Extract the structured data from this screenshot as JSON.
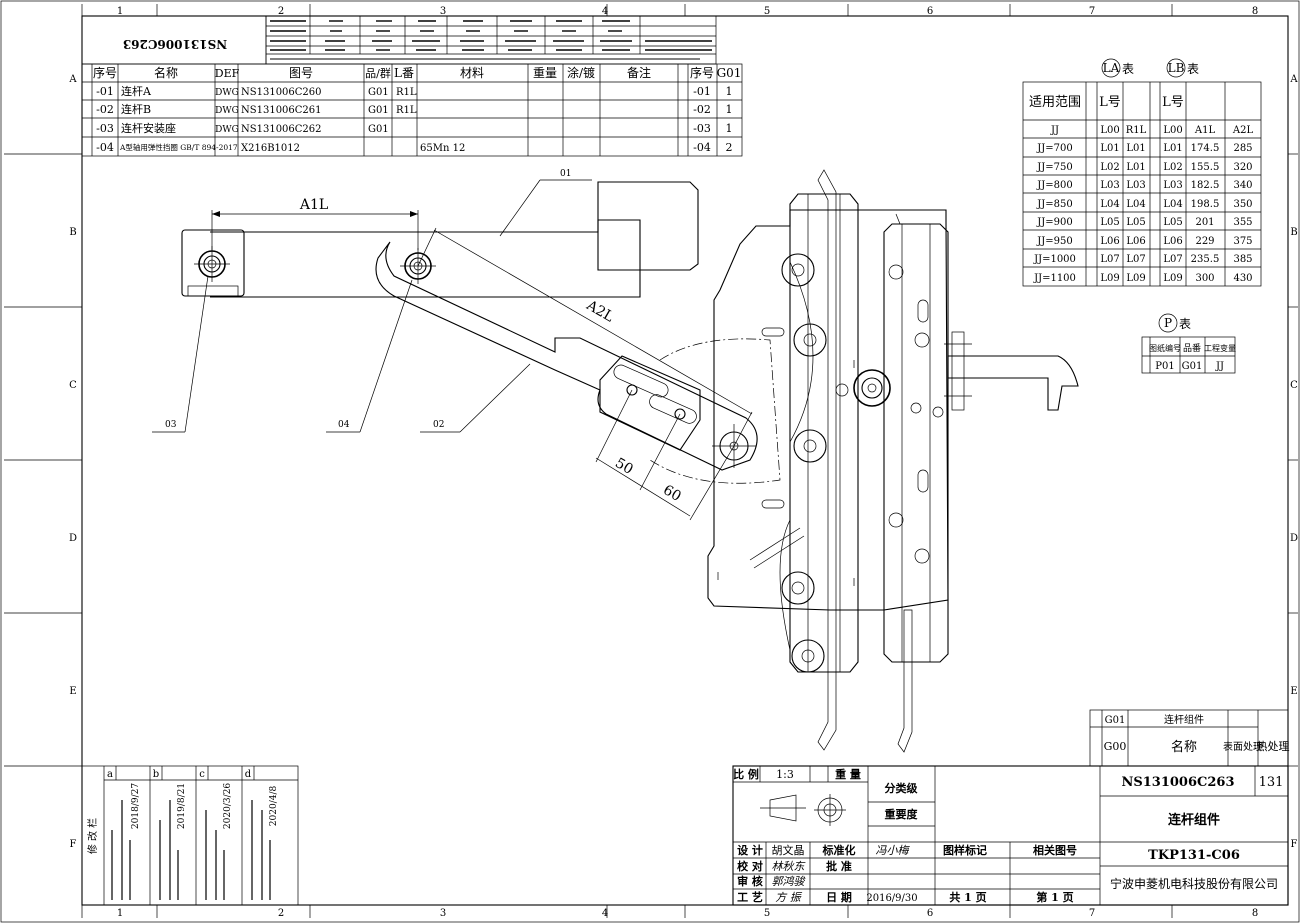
{
  "zones": {
    "columns": [
      "1",
      "2",
      "3",
      "4",
      "5",
      "6",
      "7",
      "8"
    ],
    "rows": [
      "A",
      "B",
      "C",
      "D",
      "E",
      "F"
    ]
  },
  "top_left_code": "NS131006C263",
  "parts_table": {
    "headers": [
      "序号",
      "名称",
      "DEF",
      "图号",
      "品/群",
      "L番",
      "材料",
      "重量",
      "涂/镀",
      "备注",
      "序号",
      "G01"
    ],
    "rows": [
      {
        "no": "-01",
        "name": "连杆A",
        "def": "DWG",
        "drawing": "NS131006C260",
        "grp": "G01",
        "lban": "R1L",
        "material": "",
        "no2": "-01",
        "qty": "1"
      },
      {
        "no": "-02",
        "name": "连杆B",
        "def": "DWG",
        "drawing": "NS131006C261",
        "grp": "G01",
        "lban": "R1L",
        "material": "",
        "no2": "-02",
        "qty": "1"
      },
      {
        "no": "-03",
        "name": "连杆安装座",
        "def": "DWG",
        "drawing": "NS131006C262",
        "grp": "G01",
        "lban": "",
        "material": "",
        "no2": "-03",
        "qty": "1"
      },
      {
        "no": "-04",
        "name": "A型轴用弹性挡圈 GB/T 894-2017",
        "def": "",
        "drawing": "X216B1012",
        "grp": "",
        "lban": "",
        "material": "65Mn 12",
        "no2": "-04",
        "qty": "2"
      }
    ]
  },
  "la_table": {
    "la_title": "LA",
    "lb_title": "LB",
    "suffix": "表",
    "range_header": "适用范围",
    "lno": "L号",
    "cols": [
      "JJ",
      "L00",
      "R1L",
      "L00",
      "A1L",
      "A2L"
    ],
    "rows": [
      [
        "JJ=700",
        "L01",
        "L01",
        "L01",
        "174.5",
        "285"
      ],
      [
        "JJ=750",
        "L02",
        "L01",
        "L02",
        "155.5",
        "320"
      ],
      [
        "JJ=800",
        "L03",
        "L03",
        "L03",
        "182.5",
        "340"
      ],
      [
        "JJ=850",
        "L04",
        "L04",
        "L04",
        "198.5",
        "350"
      ],
      [
        "JJ=900",
        "L05",
        "L05",
        "L05",
        "201",
        "355"
      ],
      [
        "JJ=950",
        "L06",
        "L06",
        "L06",
        "229",
        "375"
      ],
      [
        "JJ=1000",
        "L07",
        "L07",
        "L07",
        "235.5",
        "385"
      ],
      [
        "JJ=1100",
        "L09",
        "L09",
        "L09",
        "300",
        "430"
      ]
    ]
  },
  "p_table": {
    "title": "P",
    "suffix": "表",
    "headers": [
      "图纸编号",
      "品番",
      "工程变量"
    ],
    "row": [
      "P01",
      "G01",
      "JJ"
    ]
  },
  "dimensions": {
    "a1l": "A1L",
    "a2l": "A2L",
    "d50": "50",
    "d60": "60"
  },
  "balloons": {
    "b01": "01",
    "b02": "02",
    "b03": "03",
    "b04": "04"
  },
  "name_box": {
    "g01": "G01",
    "g00": "G00",
    "name_val": "连杆组件",
    "name_lbl": "名称",
    "surface": "表面处理",
    "heat": "热处理"
  },
  "title_block": {
    "scale_lbl": "比 例",
    "scale_val": "1:3",
    "weight_lbl": "重 量",
    "class_lbl": "分类级",
    "importance_lbl": "重要度",
    "design_lbl": "设 计",
    "design_name": "胡文晶",
    "std_lbl": "标准化",
    "std_name": "冯小梅",
    "check_lbl": "校 对",
    "check_name": "林秋东",
    "approve_lbl": "批 准",
    "review_lbl": "审 核",
    "review_name": "郭鸿骏",
    "process_lbl": "工 艺",
    "process_name": "方 振",
    "date_lbl": "日 期",
    "date_val": "2016/9/30",
    "total": "共 1 页",
    "sheet": "第 1 页",
    "map_mark": "图样标记",
    "related": "相关图号",
    "drawing_no": "NS131006C263",
    "sheet_code": "131",
    "part_name": "连杆组件",
    "model": "TKP131-C06",
    "company": "宁波申菱机电科技股份有限公司"
  },
  "revisions": {
    "marks": [
      "a",
      "b",
      "c",
      "d"
    ],
    "dates": [
      "2018/9/27",
      "2019/8/21",
      "2020/3/26",
      "2020/4/8"
    ],
    "title": "修 改 栏"
  }
}
